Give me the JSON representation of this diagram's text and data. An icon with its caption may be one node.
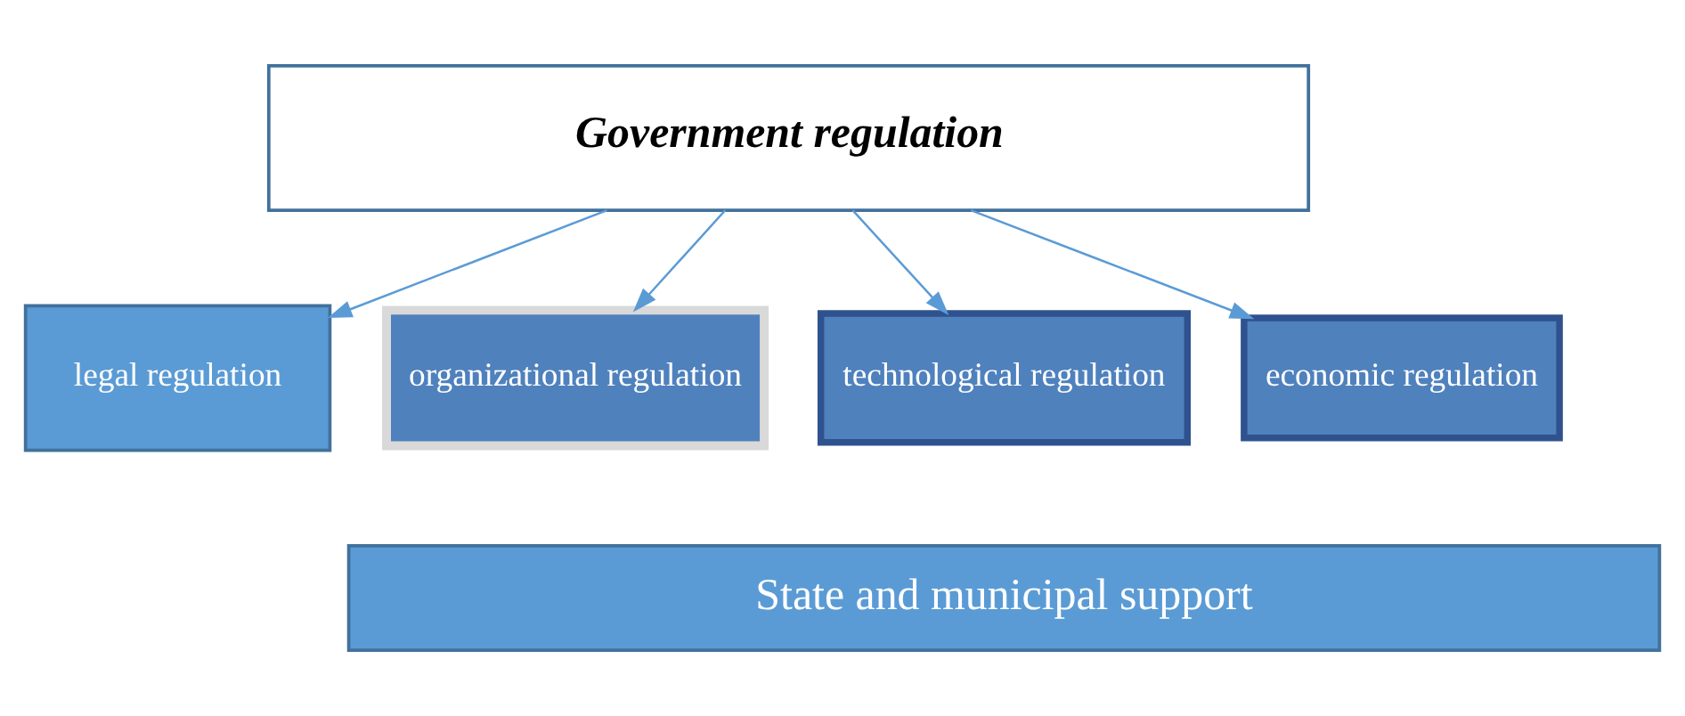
{
  "diagram": {
    "nodes": [
      {
        "text": [
          "Government regulation"
        ]
      },
      {
        "text": [
          "legal regulation"
        ]
      },
      {
        "text": [
          "organizational regulation"
        ]
      },
      {
        "text": [
          "technological regulation"
        ]
      },
      {
        "text": [
          "economic regulation"
        ]
      },
      {
        "text": [
          "State and municipal support"
        ]
      }
    ],
    "edges": [
      {
        "from": 0,
        "to": 1,
        "arrow": "to"
      },
      {
        "from": 0,
        "to": 2,
        "arrow": "to"
      },
      {
        "from": 0,
        "to": 3,
        "arrow": "to"
      },
      {
        "from": 0,
        "to": 4,
        "arrow": "to"
      }
    ]
  }
}
